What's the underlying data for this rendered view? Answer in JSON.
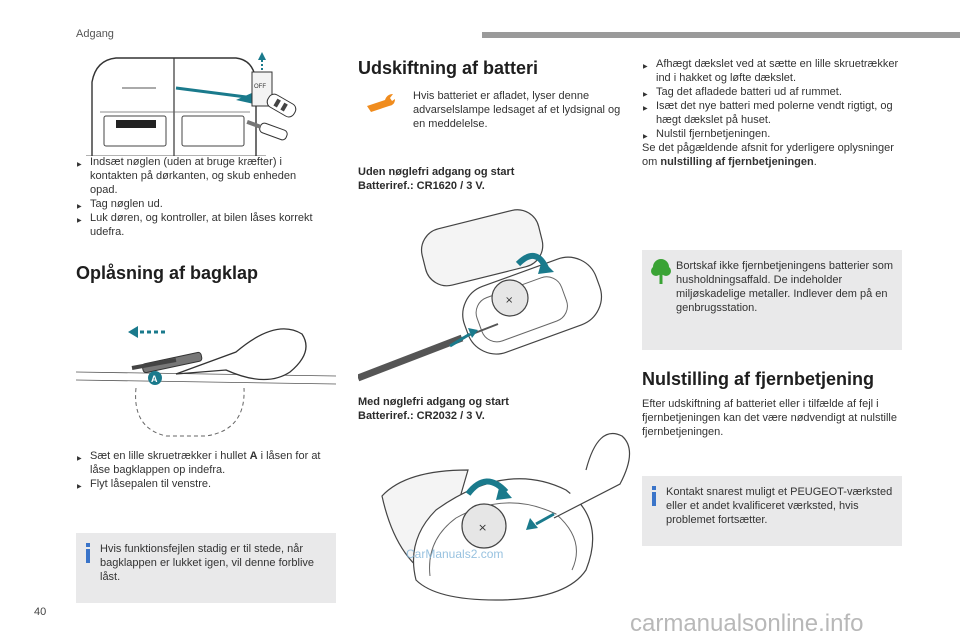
{
  "header": {
    "section": "Adgang",
    "accent_color": "#9a9a9a"
  },
  "page_number": "40",
  "footer_url": "carmanualsonline.info",
  "watermark": "CarManuals2.com",
  "left": {
    "steps_top": [
      "Indsæt nøglen (uden at bruge kræfter) i kontakten på dørkanten, og skub enheden opad.",
      "Tag nøglen ud.",
      "Luk døren, og kontroller, at bilen låses korrekt udefra."
    ],
    "heading": "Oplåsning af bagklap",
    "callout_label": "A",
    "steps_bottom_1a": "Sæt en lille skruetrækker i hullet ",
    "steps_bottom_1b": "A",
    "steps_bottom_1c": " i låsen for at låse bagklappen op indefra.",
    "steps_bottom_2": "Flyt låsepalen til venstre.",
    "info": "Hvis funktionsfejlen stadig er til stede, når bagklappen er lukket igen, vil denne forblive låst.",
    "off_label": "OFF"
  },
  "middle": {
    "heading": "Udskiftning af batteri",
    "intro": "Hvis batteriet er afladet, lyser denne advarselslampe ledsaget af et lydsignal og en meddelelse.",
    "sub1_line1": "Uden nøglefri adgang og start",
    "sub1_line2": "Batteriref.: CR1620 / 3 V.",
    "sub2_line1": "Med nøglefri adgang og start",
    "sub2_line2": "Batteriref.: CR2032 / 3 V."
  },
  "right": {
    "steps": [
      "Afhægt dækslet ved at sætte en lille skruetrækker ind i hakket og løfte dækslet.",
      "Tag det afladede batteri ud af rummet.",
      "Isæt det nye batteri med polerne vendt rigtigt, og hægt dækslet på huset.",
      "Nulstil fjernbetjeningen."
    ],
    "see_text_a": "Se det pågældende afsnit for yderligere oplysninger om ",
    "see_text_b": "nulstilling af fjernbetjeningen",
    "see_text_c": ".",
    "eco_info": "Bortskaf ikke fjernbetjeningens batterier som husholdningsaffald. De indeholder miljøskadelige metaller. Indlever dem på en genbrugsstation.",
    "heading": "Nulstilling af fjernbetjening",
    "reset_text": "Efter udskiftning af batteriet eller i tilfælde af fejl i fjernbetjeningen kan det være nødvendigt at nulstille fjernbetjeningen.",
    "contact_info": "Kontakt snarest muligt et PEUGEOT-værksted eller et andet kvalificeret værksted, hvis problemet fortsætter."
  },
  "colors": {
    "info_blue": "#3a74c9",
    "eco_green": "#3aa335",
    "accent_teal": "#1a7a8c",
    "box_grey": "#e9e9ea"
  }
}
